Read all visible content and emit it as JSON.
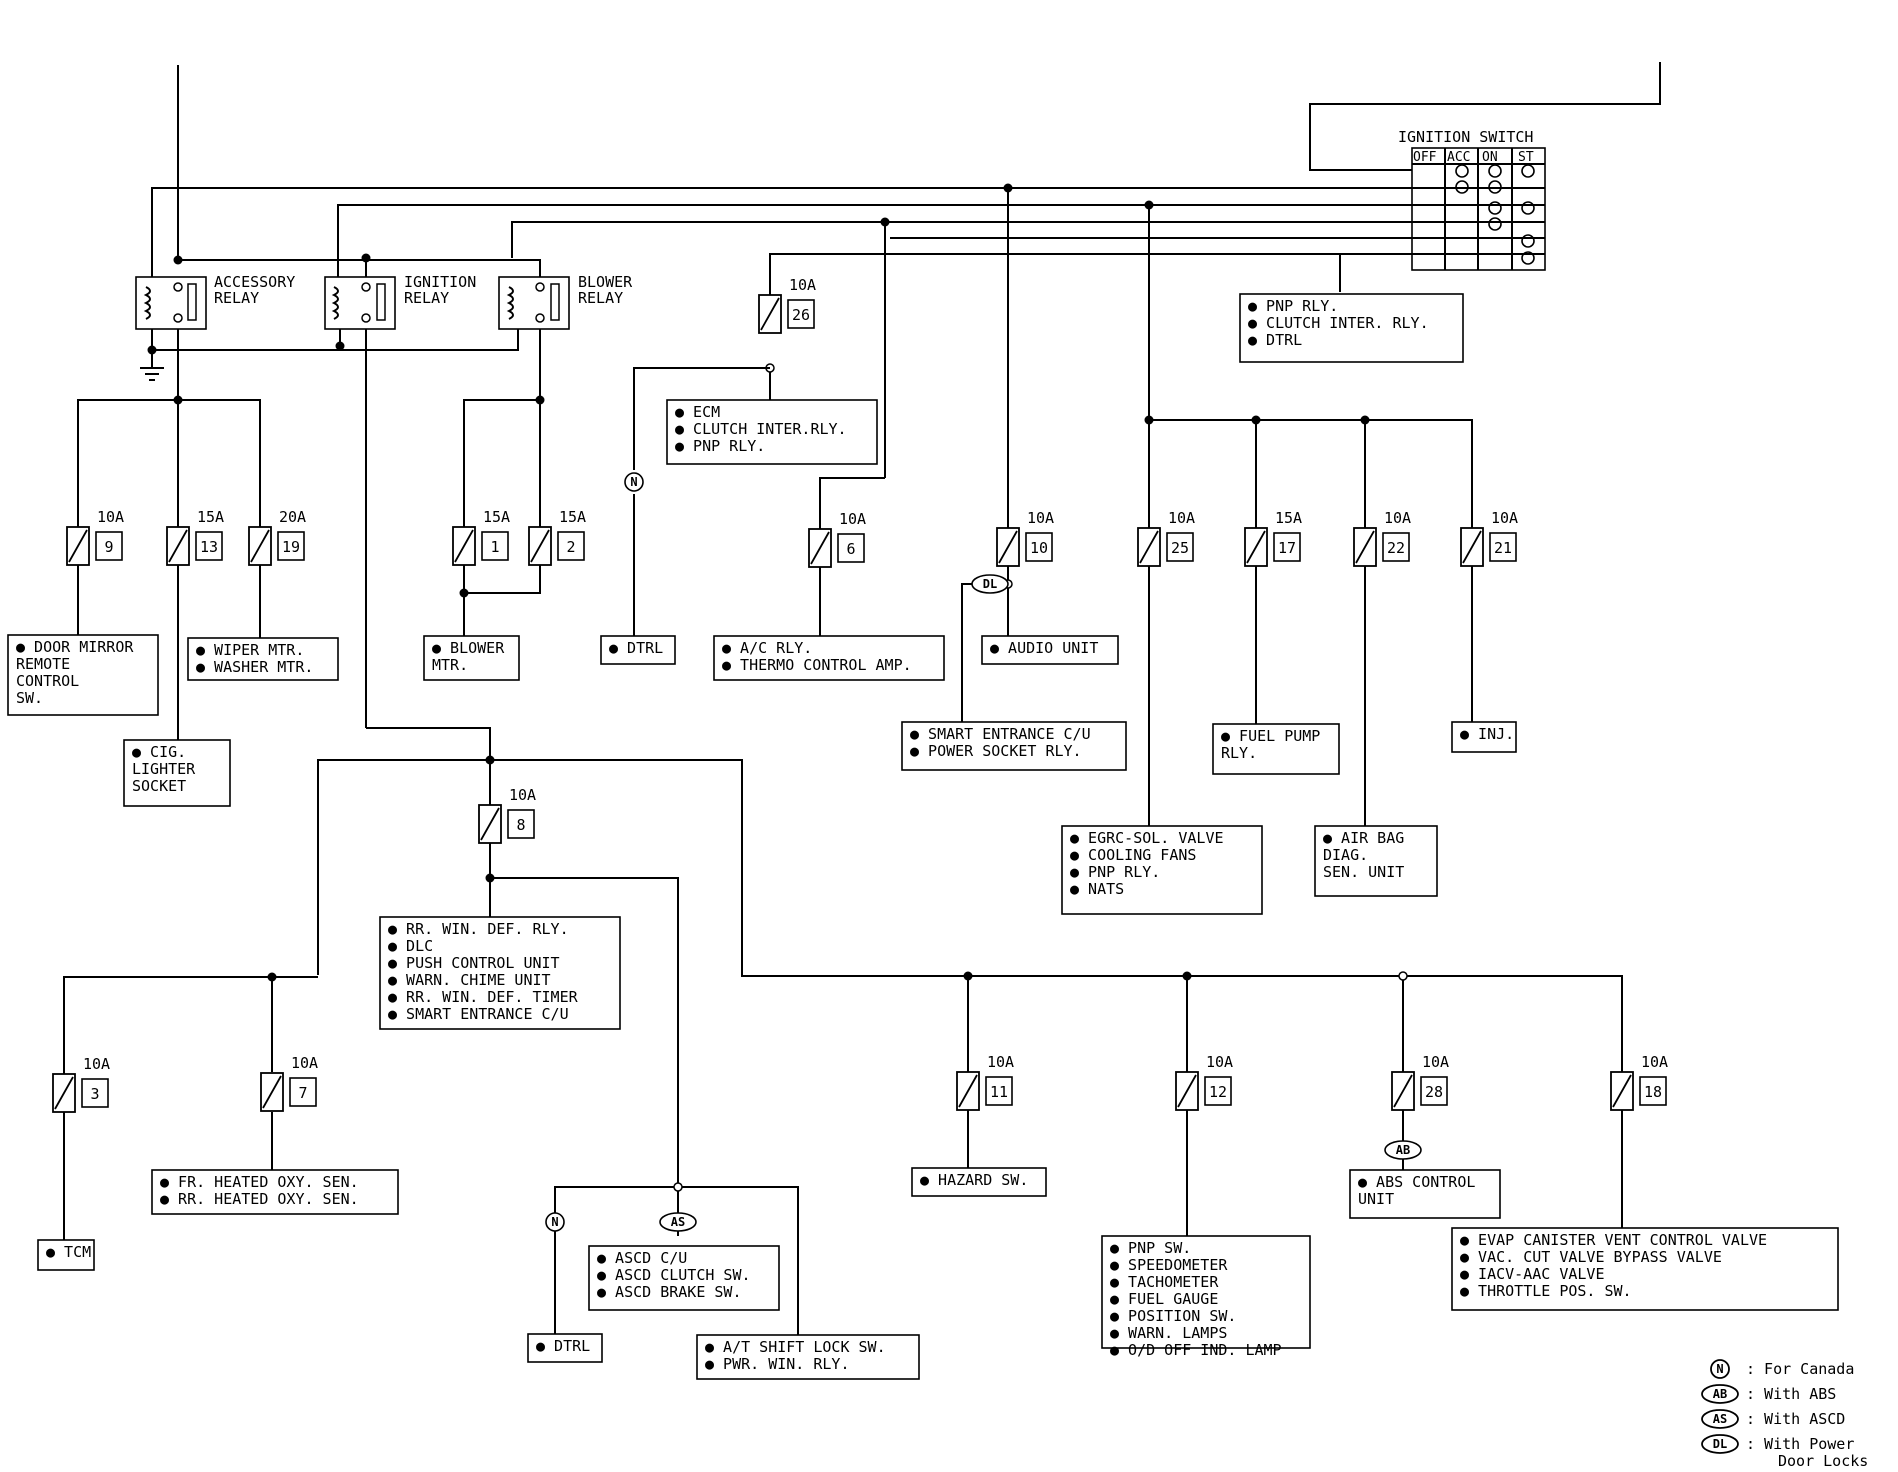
{
  "relays": {
    "accessory": [
      "ACCESSORY",
      "RELAY"
    ],
    "ignition": [
      "IGNITION",
      "RELAY"
    ],
    "blower": [
      "BLOWER",
      "RELAY"
    ]
  },
  "ignition_switch": {
    "title": "IGNITION SWITCH",
    "positions": [
      "OFF",
      "ACC",
      "ON",
      "ST"
    ]
  },
  "fuses": [
    {
      "id": "f9",
      "amps": "10A",
      "num": "9"
    },
    {
      "id": "f13",
      "amps": "15A",
      "num": "13"
    },
    {
      "id": "f19",
      "amps": "20A",
      "num": "19"
    },
    {
      "id": "f1",
      "amps": "15A",
      "num": "1"
    },
    {
      "id": "f2",
      "amps": "15A",
      "num": "2"
    },
    {
      "id": "f26",
      "amps": "10A",
      "num": "26"
    },
    {
      "id": "f6",
      "amps": "10A",
      "num": "6"
    },
    {
      "id": "f10",
      "amps": "10A",
      "num": "10"
    },
    {
      "id": "f25",
      "amps": "10A",
      "num": "25"
    },
    {
      "id": "f17",
      "amps": "15A",
      "num": "17"
    },
    {
      "id": "f22",
      "amps": "10A",
      "num": "22"
    },
    {
      "id": "f21",
      "amps": "10A",
      "num": "21"
    },
    {
      "id": "f8",
      "amps": "10A",
      "num": "8"
    },
    {
      "id": "f3",
      "amps": "10A",
      "num": "3"
    },
    {
      "id": "f7",
      "amps": "10A",
      "num": "7"
    },
    {
      "id": "f11",
      "amps": "10A",
      "num": "11"
    },
    {
      "id": "f12",
      "amps": "10A",
      "num": "12"
    },
    {
      "id": "f28",
      "amps": "10A",
      "num": "28"
    },
    {
      "id": "f18",
      "amps": "10A",
      "num": "18"
    }
  ],
  "loads": {
    "ign_switch_out": [
      "● PNP RLY.",
      "● CLUTCH INTER. RLY.",
      "● DTRL"
    ],
    "f26_out": [
      "● ECM",
      "● CLUTCH INTER.RLY.",
      "● PNP RLY."
    ],
    "door_mirror": [
      "● DOOR MIRROR",
      "  REMOTE",
      "  CONTROL",
      "  SW."
    ],
    "cig_lighter": [
      "● CIG.",
      "  LIGHTER",
      "  SOCKET"
    ],
    "wiper": [
      "● WIPER MTR.",
      "● WASHER MTR."
    ],
    "blower_mtr": [
      "● BLOWER",
      "  MTR."
    ],
    "dtrl_top": [
      "● DTRL"
    ],
    "ac_rly": [
      "● A/C RLY.",
      "● THERMO CONTROL AMP."
    ],
    "audio": [
      "● AUDIO UNIT"
    ],
    "smart_entrance": [
      "● SMART ENTRANCE C/U",
      "● POWER SOCKET RLY."
    ],
    "fuel_pump": [
      "● FUEL PUMP",
      "  RLY."
    ],
    "inj": [
      "● INJ."
    ],
    "egrc": [
      "● EGRC-SOL. VALVE",
      "● COOLING FANS",
      "● PNP RLY.",
      "● NATS"
    ],
    "air_bag": [
      "● AIR BAG",
      "  DIAG.",
      "  SEN. UNIT"
    ],
    "f8_out": [
      "● RR. WIN. DEF. RLY.",
      "● DLC",
      "● PUSH CONTROL UNIT",
      "● WARN. CHIME UNIT",
      "● RR. WIN. DEF. TIMER",
      "● SMART ENTRANCE C/U"
    ],
    "tcm": [
      "● TCM"
    ],
    "oxy_sen": [
      "● FR. HEATED OXY. SEN.",
      "● RR. HEATED OXY. SEN."
    ],
    "dtrl_bottom": [
      "● DTRL"
    ],
    "ascd": [
      "● ASCD C/U",
      "● ASCD CLUTCH SW.",
      "● ASCD BRAKE SW."
    ],
    "at_shift": [
      "● A/T SHIFT LOCK SW.",
      "● PWR. WIN. RLY."
    ],
    "hazard": [
      "● HAZARD SW."
    ],
    "meters": [
      "● PNP SW.",
      "● SPEEDOMETER",
      "● TACHOMETER",
      "● FUEL GAUGE",
      "● POSITION SW.",
      "● WARN. LAMPS",
      "● O/D OFF IND. LAMP"
    ],
    "abs_ctrl": [
      "● ABS CONTROL",
      "  UNIT"
    ],
    "evap": [
      "● EVAP CANISTER VENT CONTROL VALVE",
      "● VAC. CUT VALVE BYPASS VALVE",
      "● IACV-AAC VALVE",
      "● THROTTLE POS. SW."
    ]
  },
  "tags": {
    "canada": "N",
    "abs": "AB",
    "ascd": "AS",
    "door_locks": "DL"
  },
  "legend": [
    {
      "tag": "N",
      "text": ": For Canada"
    },
    {
      "tag": "AB",
      "text": ": With ABS"
    },
    {
      "tag": "AS",
      "text": ": With ASCD"
    },
    {
      "tag": "DL",
      "text": ": With Power",
      "text2": "Door Locks"
    }
  ]
}
